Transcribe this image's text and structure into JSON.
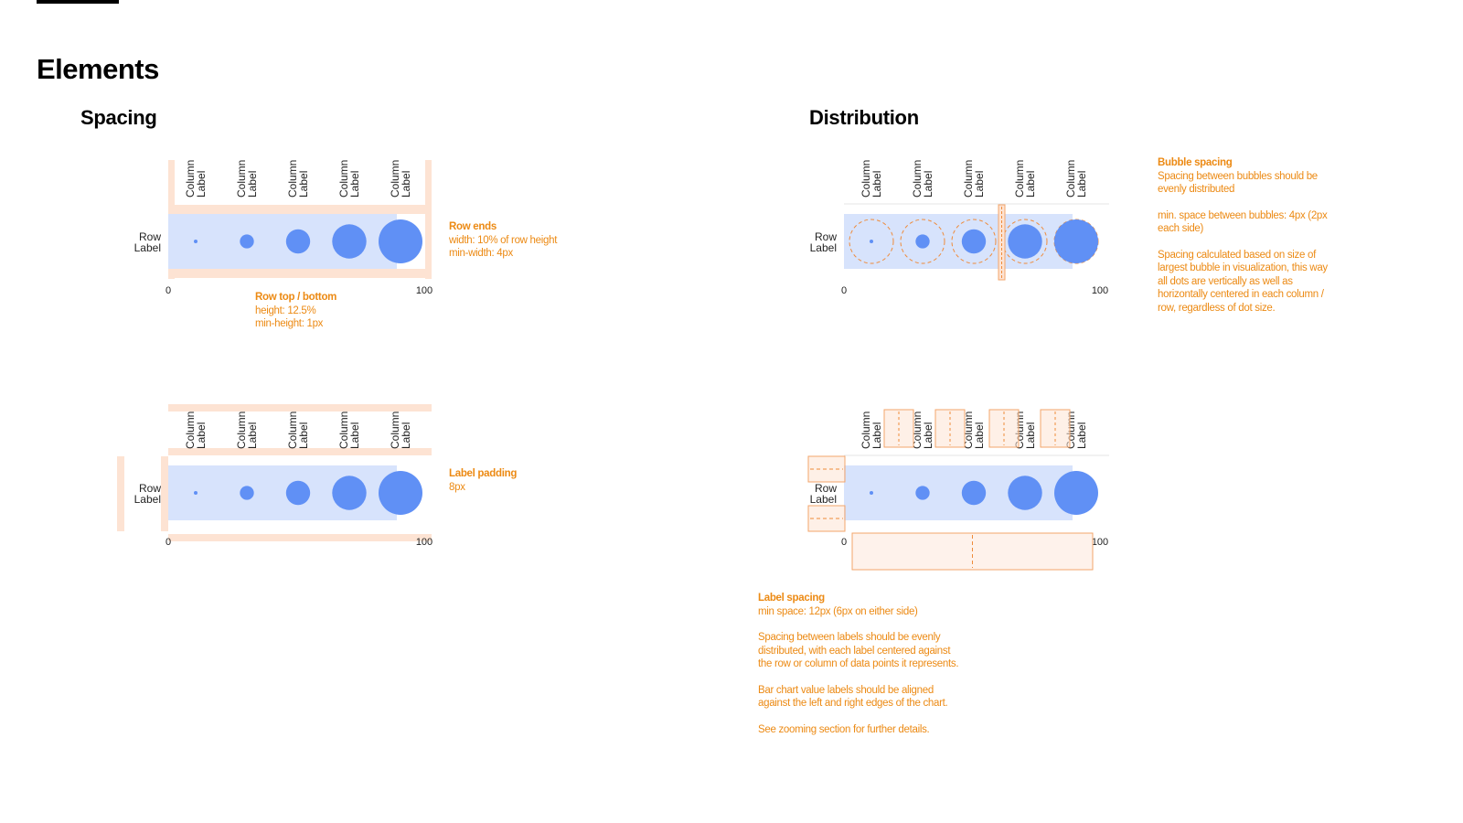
{
  "page": {
    "title": "Elements",
    "sections": {
      "spacing": "Spacing",
      "distribution": "Distribution"
    }
  },
  "chart": {
    "row_label": [
      "Row",
      "Label"
    ],
    "column_label": [
      "Column",
      "Label"
    ],
    "axis_min": "0",
    "axis_max": "100",
    "bubble_sizes": [
      0.06,
      0.32,
      0.55,
      0.78,
      1.0
    ]
  },
  "annotations": {
    "row_ends": {
      "title": "Row ends",
      "lines": [
        "width: 10% of row height",
        "min-width: 4px"
      ]
    },
    "row_top_bottom": {
      "title": "Row top / bottom",
      "lines": [
        "height: 12.5%",
        "min-height: 1px"
      ]
    },
    "label_padding": {
      "title": "Label padding",
      "lines": [
        "8px"
      ]
    },
    "bubble_spacing": {
      "title": "Bubble spacing",
      "paragraphs": [
        [
          "Spacing between bubbles should be",
          "evenly distributed"
        ],
        [
          "min. space between bubbles: 4px (2px",
          "each side)"
        ],
        [
          "Spacing calculated based on size of",
          "largest bubble in visualization, this way",
          "all dots are vertically as well as",
          "horizontally centered in each column /",
          "row, regardless of dot size."
        ]
      ]
    },
    "label_spacing": {
      "title": "Label spacing",
      "paragraphs": [
        [
          "min space: 12px (6px on either side)"
        ],
        [
          "Spacing between labels should be evenly",
          "distributed, with each label centered against",
          "the row or column of data points it represents."
        ],
        [
          "Bar chart value labels should be aligned",
          "against the left and right edges of the chart."
        ],
        [
          "See zooming section for further details."
        ]
      ]
    }
  },
  "colors": {
    "bubble": "#6090f5",
    "row_bg": "#d7e3fc",
    "guide": "#fde3d3",
    "guide_stroke": "#f3a66b",
    "dash": "#ef8b3a",
    "note": "#ec8a14"
  }
}
